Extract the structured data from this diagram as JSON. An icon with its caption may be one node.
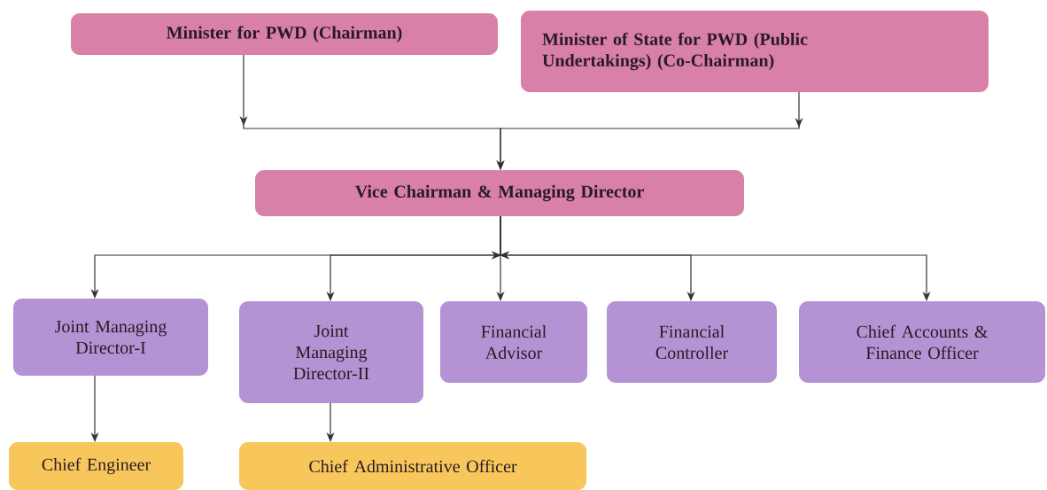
{
  "diagram": {
    "nodes": [
      {
        "text": [
          "Minister for PWD (Chairman)"
        ]
      },
      {
        "text": [
          "Minister of State for PWD (Public Undertakings) (Co-Chairman)"
        ]
      },
      {
        "text": [
          "Vice Chairman & Managing Director"
        ]
      },
      {
        "text": [
          "Joint Managing Director-I"
        ]
      },
      {
        "text": [
          "Joint Managing Director-II"
        ]
      },
      {
        "text": [
          "Financial Advisor"
        ]
      },
      {
        "text": [
          "Financial Controller"
        ]
      },
      {
        "text": [
          "Chief Accounts & Finance Officer"
        ]
      },
      {
        "text": [
          "Chief Engineer"
        ]
      },
      {
        "text": [
          "Chief Administrative Officer"
        ]
      }
    ],
    "edges": [
      {
        "from": 0,
        "to": 2,
        "arrow": "to"
      },
      {
        "from": 1,
        "to": 2,
        "arrow": "to"
      },
      {
        "from": 2,
        "to": 3,
        "arrow": "to"
      },
      {
        "from": 2,
        "to": 4,
        "arrow": "to"
      },
      {
        "from": 2,
        "to": 5,
        "arrow": "to"
      },
      {
        "from": 2,
        "to": 6,
        "arrow": "to"
      },
      {
        "from": 2,
        "to": 7,
        "arrow": "to"
      },
      {
        "from": 3,
        "to": 8,
        "arrow": "to"
      },
      {
        "from": 4,
        "to": 9,
        "arrow": "to"
      }
    ]
  }
}
